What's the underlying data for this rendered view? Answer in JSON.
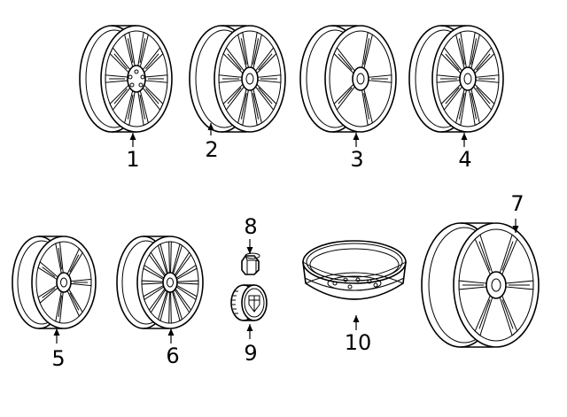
{
  "parts": [
    {
      "number": "1",
      "kind": "wheel"
    },
    {
      "number": "2",
      "kind": "wheel"
    },
    {
      "number": "3",
      "kind": "wheel"
    },
    {
      "number": "4",
      "kind": "wheel"
    },
    {
      "number": "5",
      "kind": "wheel"
    },
    {
      "number": "6",
      "kind": "wheel"
    },
    {
      "number": "7",
      "kind": "wheel"
    },
    {
      "number": "8",
      "kind": "lug-nut"
    },
    {
      "number": "9",
      "kind": "center-cap"
    },
    {
      "number": "10",
      "kind": "spare-wheel"
    }
  ]
}
